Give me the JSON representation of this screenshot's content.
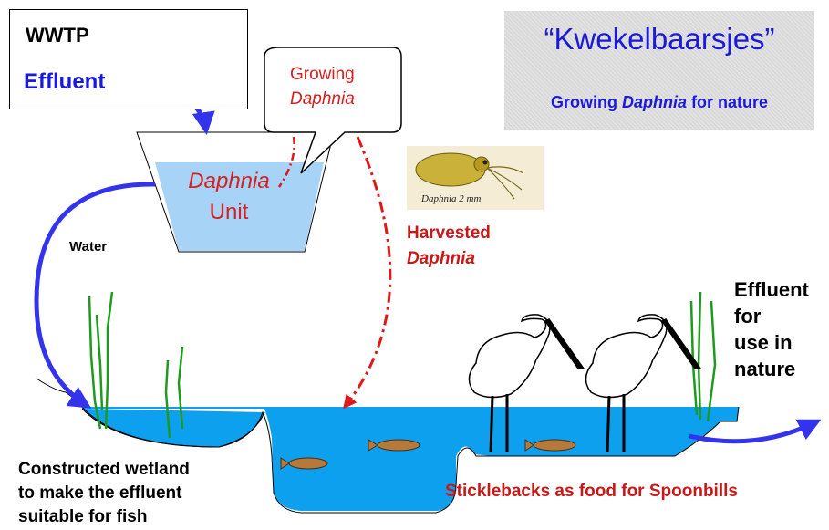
{
  "wwtp": {
    "title": "WWTP",
    "effluent": "Effluent"
  },
  "callout": {
    "line1": "Growing",
    "line2": "Daphnia"
  },
  "title_box": {
    "title": "“Kwekelbaarsjes”",
    "subtitle_pre": "Growing ",
    "subtitle_species": "Daphnia",
    "subtitle_post": " for nature"
  },
  "unit": {
    "line1": "Daphnia",
    "line2": "Unit"
  },
  "water_label": "Water",
  "photo": {
    "caption": "Daphnia 2 mm"
  },
  "harvested": {
    "line1": "Harvested",
    "line2": "Daphnia"
  },
  "effluent_nature": {
    "line1": "Effluent",
    "line2": "for",
    "line3": "use in",
    "line4": "nature"
  },
  "wetland_caption": {
    "line1": "Constructed wetland",
    "line2": "to make the effluent",
    "line3": "suitable for fish"
  },
  "stickleback_caption": "Sticklebacks as food for Spoonbills",
  "colors": {
    "water": "#0da0ef",
    "unit_fill": "#a7d3f7",
    "blue_text": "#1a1ad8",
    "red_text": "#d42020",
    "reed": "#1e9a1e",
    "arrow_blue": "#3333ee",
    "arrow_red": "#e01818"
  },
  "icons": [
    "spoonbill-icon",
    "stickleback-icon",
    "reed-icon",
    "daphnia-icon"
  ]
}
